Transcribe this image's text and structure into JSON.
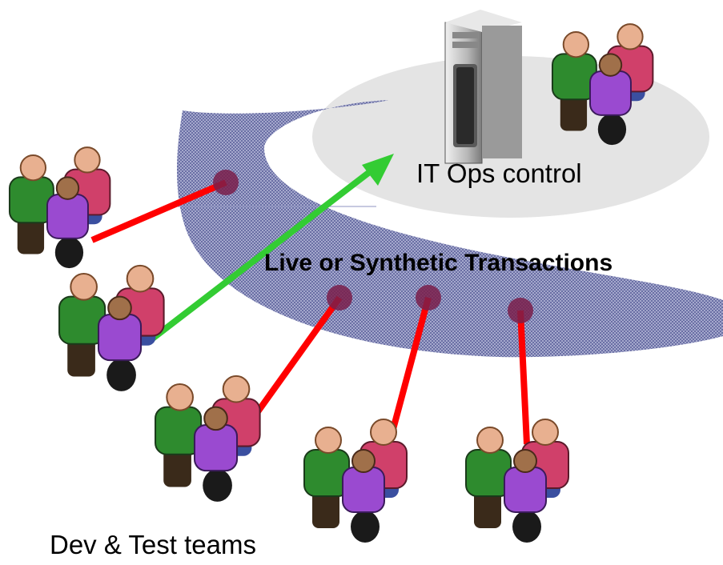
{
  "labels": {
    "it_ops": "IT Ops control",
    "transactions": "Live or Synthetic Transactions",
    "dev_test": "Dev & Test teams"
  },
  "colors": {
    "band": "#5a5f9a",
    "ellipse": "#e4e4e4",
    "red_line": "#ff0000",
    "green_line": "#33cc33",
    "node": "#7a1f4a",
    "green_shirt": "#2e8b2e",
    "pink_shirt": "#d0406a",
    "purple_shirt": "#9a4ad0",
    "skin": "#e8b090",
    "server": "#b8b8b8"
  },
  "icons": [
    "server-icon",
    "people-group-icon"
  ]
}
